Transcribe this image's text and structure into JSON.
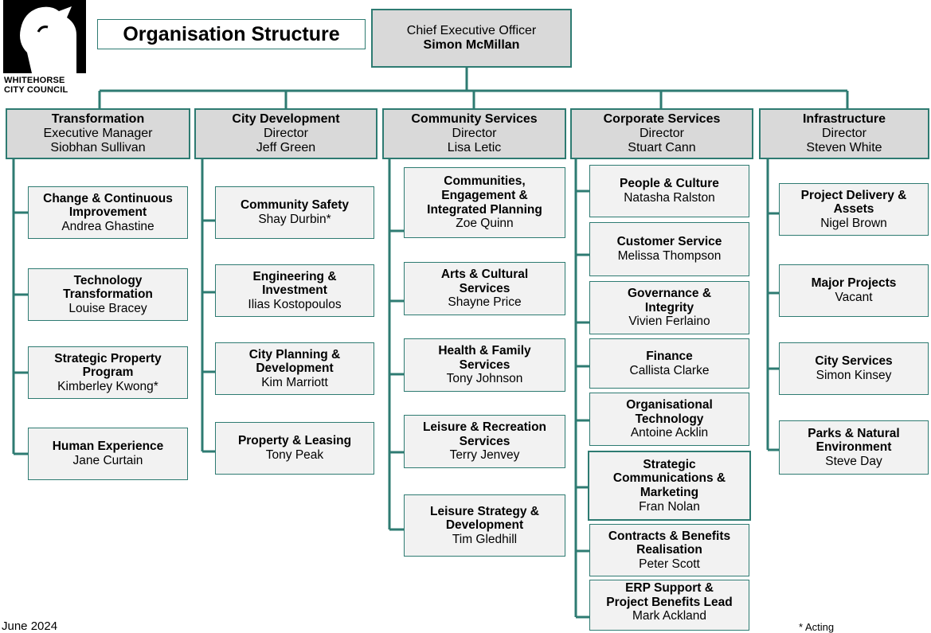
{
  "title": "Organisation Structure",
  "logo": {
    "line1": "WHITEHORSE",
    "line2": "CITY COUNCIL"
  },
  "ceo": {
    "role": "Chief Executive Officer",
    "name": "Simon McMillan"
  },
  "divisions": [
    {
      "title": "Transformation",
      "role": "Executive Manager",
      "name": "Siobhan Sullivan",
      "units": [
        {
          "lines": [
            "Change & Continuous",
            "Improvement"
          ],
          "name": "Andrea Ghastine"
        },
        {
          "lines": [
            "Technology",
            "Transformation"
          ],
          "name": "Louise Bracey"
        },
        {
          "lines": [
            "Strategic Property",
            "Program"
          ],
          "name": "Kimberley Kwong*"
        },
        {
          "lines": [
            "Human Experience"
          ],
          "name": "Jane Curtain"
        }
      ]
    },
    {
      "title": "City Development",
      "role": "Director",
      "name": "Jeff Green",
      "units": [
        {
          "lines": [
            "Community Safety"
          ],
          "name": "Shay Durbin*"
        },
        {
          "lines": [
            "Engineering &",
            "Investment"
          ],
          "name": "Ilias Kostopoulos"
        },
        {
          "lines": [
            "City Planning &",
            "Development"
          ],
          "name": "Kim Marriott"
        },
        {
          "lines": [
            "Property & Leasing"
          ],
          "name": "Tony Peak"
        }
      ]
    },
    {
      "title": "Community Services",
      "role": "Director",
      "name": "Lisa Letic",
      "units": [
        {
          "lines": [
            "Communities,",
            "Engagement &",
            "Integrated Planning"
          ],
          "name": "Zoe Quinn"
        },
        {
          "lines": [
            "Arts & Cultural",
            "Services"
          ],
          "name": "Shayne Price"
        },
        {
          "lines": [
            "Health & Family",
            "Services"
          ],
          "name": "Tony Johnson"
        },
        {
          "lines": [
            "Leisure & Recreation",
            "Services"
          ],
          "name": "Terry Jenvey"
        },
        {
          "lines": [
            "Leisure Strategy &",
            "Development"
          ],
          "name": "Tim Gledhill"
        }
      ]
    },
    {
      "title": "Corporate Services",
      "role": "Director",
      "name": "Stuart Cann",
      "units": [
        {
          "lines": [
            "People & Culture"
          ],
          "name": "Natasha Ralston"
        },
        {
          "lines": [
            "Customer Service"
          ],
          "name": "Melissa Thompson"
        },
        {
          "lines": [
            "Governance &",
            "Integrity"
          ],
          "name": "Vivien Ferlaino"
        },
        {
          "lines": [
            "Finance"
          ],
          "name": "Callista Clarke"
        },
        {
          "lines": [
            "Organisational",
            "Technology"
          ],
          "name": "Antoine Acklin"
        },
        {
          "lines": [
            "Strategic",
            "Communications &",
            "Marketing"
          ],
          "name": "Fran Nolan"
        },
        {
          "lines": [
            "Contracts & Benefits",
            "Realisation"
          ],
          "name": "Peter Scott"
        },
        {
          "lines": [
            "ERP Support &",
            "Project Benefits Lead"
          ],
          "name": "Mark Ackland"
        }
      ]
    },
    {
      "title": "Infrastructure",
      "role": "Director",
      "name": "Steven White",
      "units": [
        {
          "lines": [
            "Project Delivery &",
            "Assets"
          ],
          "name": "Nigel Brown"
        },
        {
          "lines": [
            "Major Projects"
          ],
          "name": "Vacant"
        },
        {
          "lines": [
            "City Services"
          ],
          "name": "Simon Kinsey"
        },
        {
          "lines": [
            "Parks & Natural",
            "Environment"
          ],
          "name": "Steve Day"
        }
      ]
    }
  ],
  "footer": {
    "date": "June 2024",
    "note": "* Acting"
  },
  "colors": {
    "connector": "#2e7b72",
    "header_fill": "#d9d9d9",
    "box_fill": "#f2f2f2"
  }
}
